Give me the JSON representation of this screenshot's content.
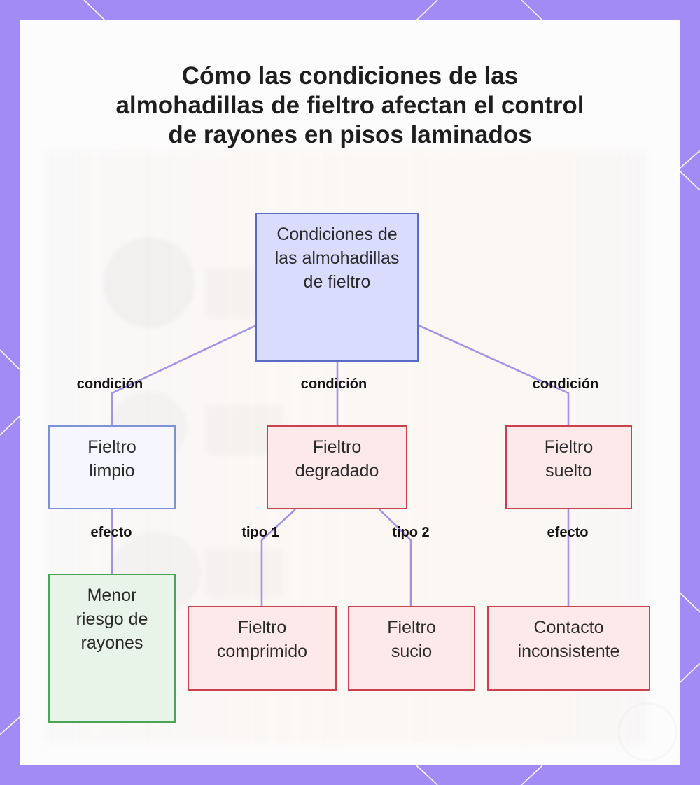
{
  "title": "Cómo las condiciones de las almohadillas de fieltro afectan el control de rayones en pisos laminados",
  "colors": {
    "frame": "#a08cf4",
    "root_fill": "#d9dcfd",
    "root_border": "#5a6bc6",
    "negative_fill": "#fde8ea",
    "negative_border": "#c8414d",
    "positive_fill": "#e8f4e8",
    "positive_border": "#4aa456",
    "connector": "#a592e6"
  },
  "nodes": {
    "root": "Condiciones de las almohadillas de fieltro",
    "clean": "Fieltro limpio",
    "degraded": "Fieltro degradado",
    "loose": "Fieltro suelto",
    "less_risk": "Menor riesgo de rayones",
    "compressed": "Fieltro comprimido",
    "dirty": "Fieltro sucio",
    "inconsistent": "Contacto inconsistente"
  },
  "edges": {
    "root_clean": "condición",
    "root_degraded": "condición",
    "root_loose": "condición",
    "clean_effect": "efecto",
    "degraded_type1": "tipo 1",
    "degraded_type2": "tipo 2",
    "loose_effect": "efecto"
  }
}
